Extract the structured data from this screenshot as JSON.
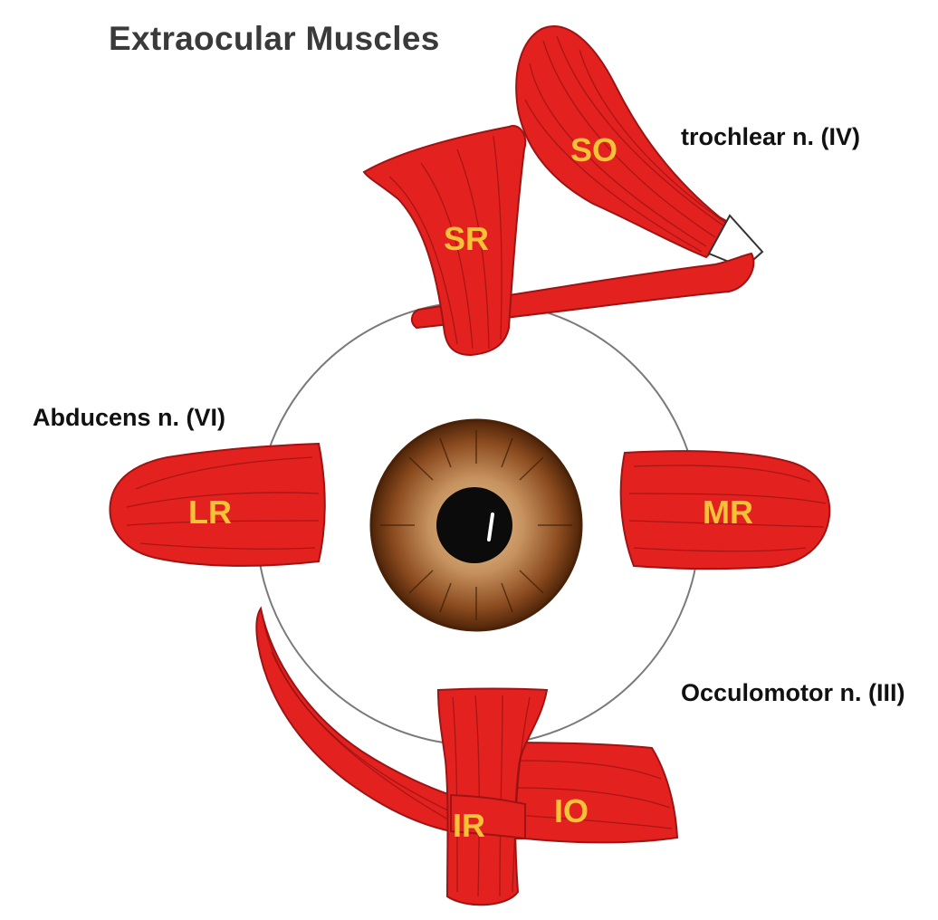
{
  "title": "Extraocular Muscles",
  "nerves": {
    "trochlear": "trochlear n. (IV)",
    "abducens": "Abducens n. (VI)",
    "oculomotor": "Occulomotor n. (III)"
  },
  "muscles": {
    "so": "SO",
    "sr": "SR",
    "lr": "LR",
    "mr": "MR",
    "ir": "IR",
    "io": "IO"
  },
  "colors": {
    "muscle": "#e3211f",
    "muscle_outline": "#9e1414",
    "label": "#f6c238",
    "globe_outline": "#7a7a7a",
    "iris_inner": "#dcb48a",
    "iris_outer": "#5c2c0c",
    "pupil": "#0b0b0b"
  }
}
